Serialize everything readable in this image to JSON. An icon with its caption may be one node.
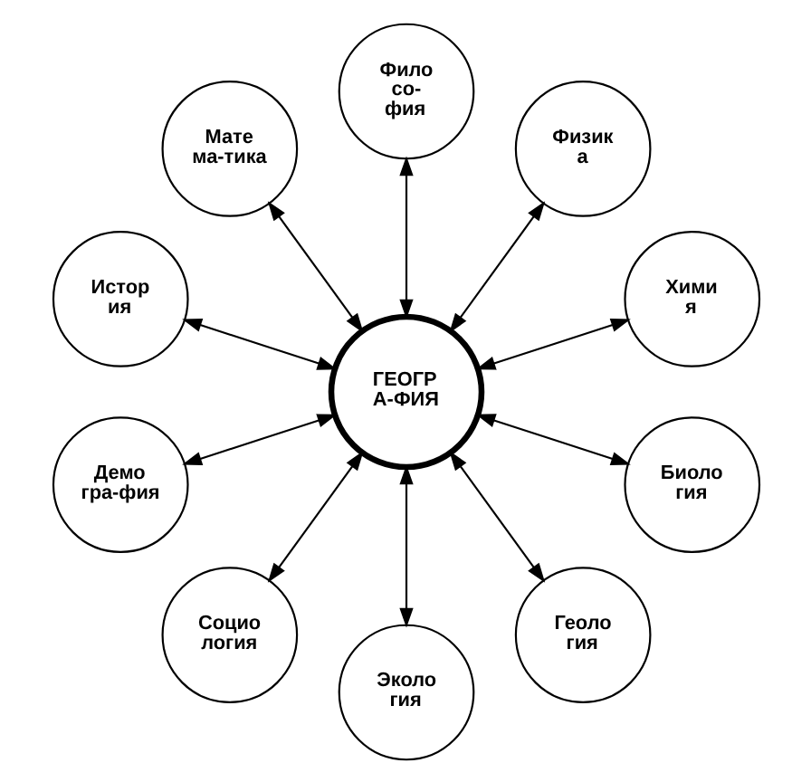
{
  "diagram": {
    "nodes": [
      {
        "text": [
          "Фило со- фия"
        ]
      },
      {
        "text": [
          "Мате ма-тика"
        ]
      },
      {
        "text": [
          "Физик а"
        ]
      },
      {
        "text": [
          "Истор ия"
        ]
      },
      {
        "text": [
          "Хими я"
        ]
      },
      {
        "text": [
          "ГЕОГР А-ФИЯ"
        ]
      },
      {
        "text": [
          "Демо гра-фия"
        ]
      },
      {
        "text": [
          "Биоло гия"
        ]
      },
      {
        "text": [
          "Социо логия"
        ]
      },
      {
        "text": [
          "Геоло гия"
        ]
      },
      {
        "text": [
          "Эколо гия"
        ]
      }
    ],
    "edges": [
      {
        "from": 5,
        "to": 0,
        "arrow": "both"
      },
      {
        "from": 5,
        "to": 2,
        "arrow": "both"
      },
      {
        "from": 5,
        "to": 4,
        "arrow": "both"
      },
      {
        "from": 5,
        "to": 7,
        "arrow": "both"
      },
      {
        "from": 5,
        "to": 9,
        "arrow": "both"
      },
      {
        "from": 5,
        "to": 10,
        "arrow": "both"
      },
      {
        "from": 5,
        "to": 8,
        "arrow": "both"
      },
      {
        "from": 5,
        "to": 6,
        "arrow": "both"
      },
      {
        "from": 5,
        "to": 3,
        "arrow": "both"
      },
      {
        "from": 5,
        "to": 1,
        "arrow": "both"
      }
    ]
  }
}
